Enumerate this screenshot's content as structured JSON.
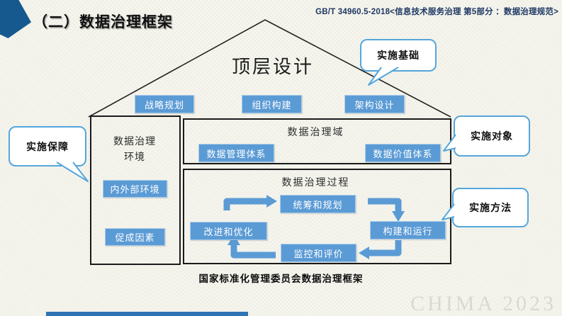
{
  "header": {
    "title": "（二）数据治理框架",
    "standard_ref": "GB/T 34960.5-2018<信息技术服务治理 第5部分 ：数据治理规范>"
  },
  "diagram": {
    "roof_label": "顶层设计",
    "top_boxes": [
      "战略规划",
      "组织构建",
      "架构设计"
    ],
    "environment": {
      "title": "数据治理环境",
      "items": [
        "内外部环境",
        "促成因素"
      ]
    },
    "domain": {
      "title": "数据治理域",
      "items": [
        "数据管理体系",
        "数据价值体系"
      ]
    },
    "process": {
      "title": "数据治理过程",
      "steps": [
        "统筹和规划",
        "构建和运行",
        "监控和评价",
        "改进和优化"
      ]
    }
  },
  "callouts": {
    "basis": "实施基础",
    "safeguard": "实施保障",
    "object": "实施对象",
    "method": "实施方法"
  },
  "caption": "国家标准化管理委员会数据治理框架",
  "watermark": "CHIMA 2023",
  "accents": {
    "box_blue": "#5B9BD5",
    "callout_border": "#55A6DC",
    "header_navy": "#1F3864",
    "corner_flag_blue": "#16598F",
    "bottom_bar_blue": "#2E74B5",
    "watermark_gray": "#D9D9D1"
  }
}
